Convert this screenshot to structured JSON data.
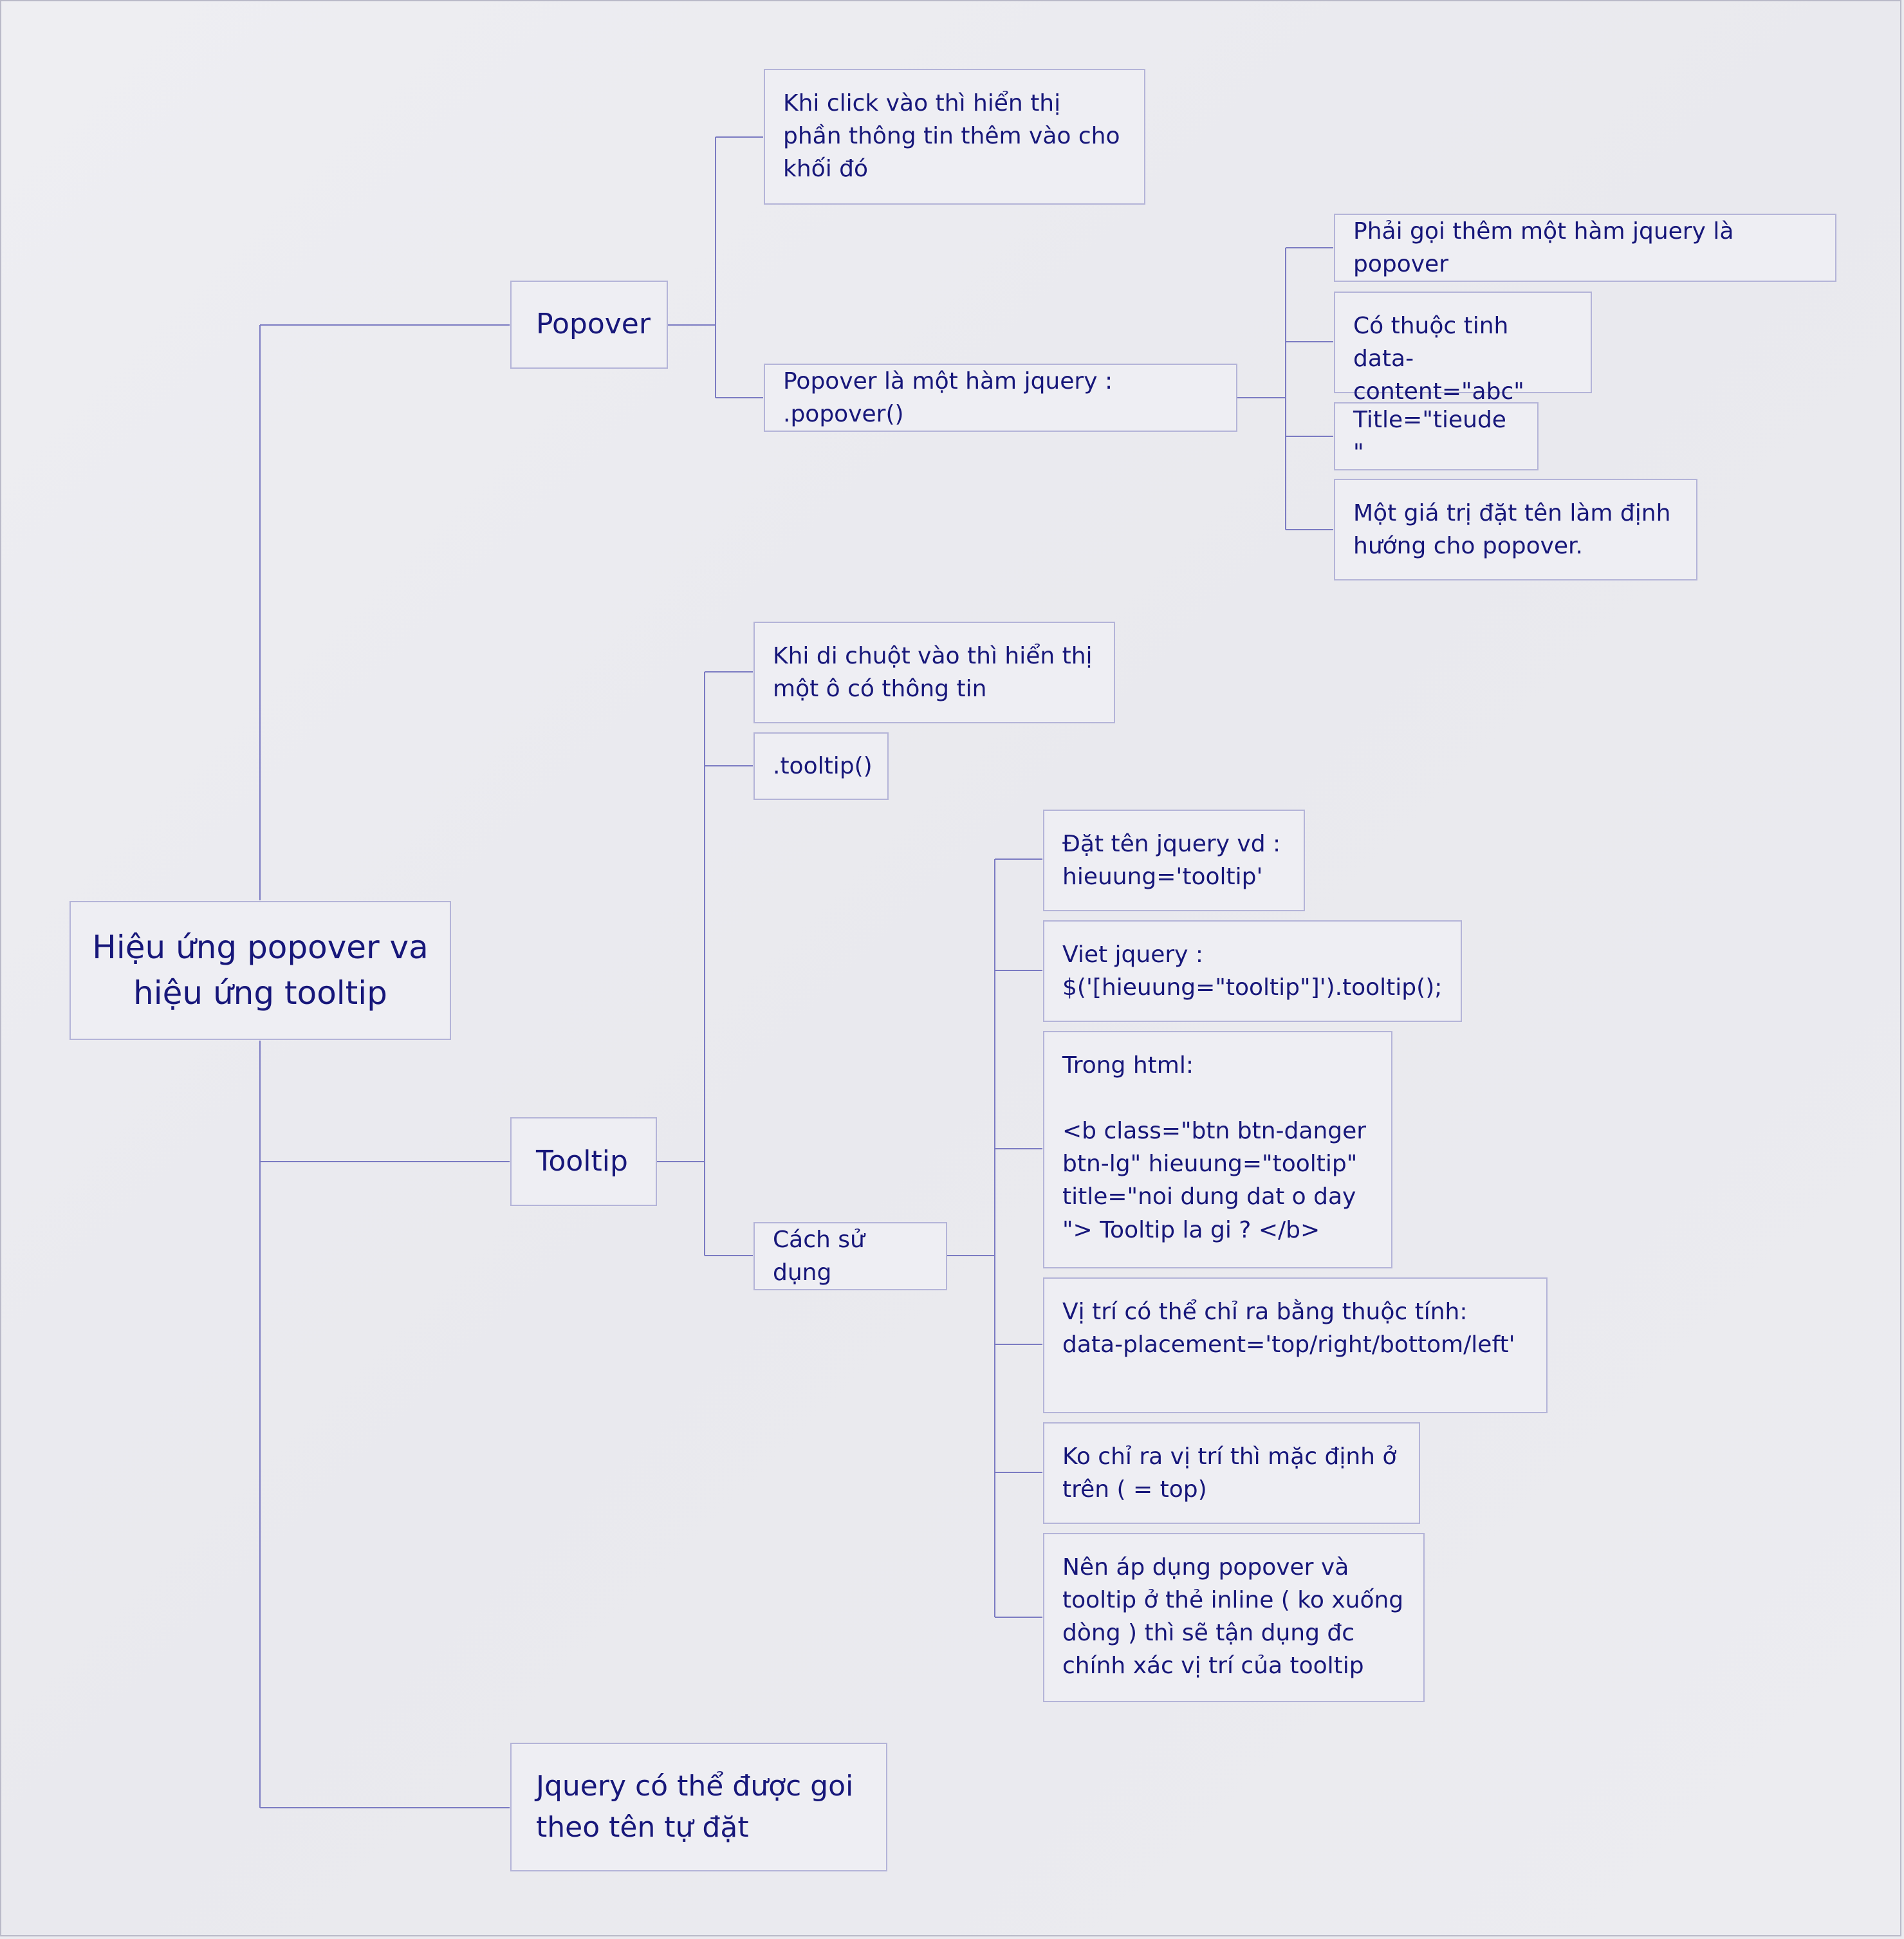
{
  "map": {
    "root": "Hiệu ứng popover va hiệu ứng tooltip",
    "popover": {
      "label": "Popover",
      "click_desc": "Khi click vào thì hiển thị phần thông tin thêm vào cho khối đó",
      "function": "Popover là một hàm jquery : .popover()",
      "call_more": "Phải gọi thêm một hàm jquery là popover",
      "attr_content": "Có thuộc tinh data-content=\"abc\"",
      "attr_title": "Title=\"tieude \"",
      "named_value": "Một giá trị đặt tên làm định hướng cho popover."
    },
    "tooltip": {
      "label": "Tooltip",
      "hover_desc": "Khi di chuột vào thì hiển thị một ô có thông tin",
      "function": ".tooltip()",
      "usage": "Cách sử dụng",
      "name_jquery": "Đặt tên jquery vd : hieuung='tooltip'",
      "write_jquery": "Viet jquery : $('[hieuung=\"tooltip\"]').tooltip();",
      "in_html": "Trong html:\n\n<b class=\"btn btn-danger btn-lg\" hieuung=\"tooltip\" title=\"noi dung dat o day \"> Tooltip la gi ? </b>",
      "placement": "Vị trí có thể chỉ ra bằng thuộc tính: data-placement='top/right/bottom/left'",
      "default_top": "Ko chỉ ra vị trí thì mặc định ở trên ( = top)",
      "inline_tip": "Nên áp dụng popover và tooltip ở thẻ inline ( ko xuống dòng ) thì sẽ tận dụng đc chính xác vị trí của tooltip"
    },
    "jquery_named": "Jquery có thể được goi theo tên tự đặt"
  },
  "colors": {
    "background": "#ebebef",
    "node_fill": "#eeeef3",
    "node_border": "#b4b4d8",
    "connector": "#7b7bc2",
    "text": "#17177a"
  }
}
